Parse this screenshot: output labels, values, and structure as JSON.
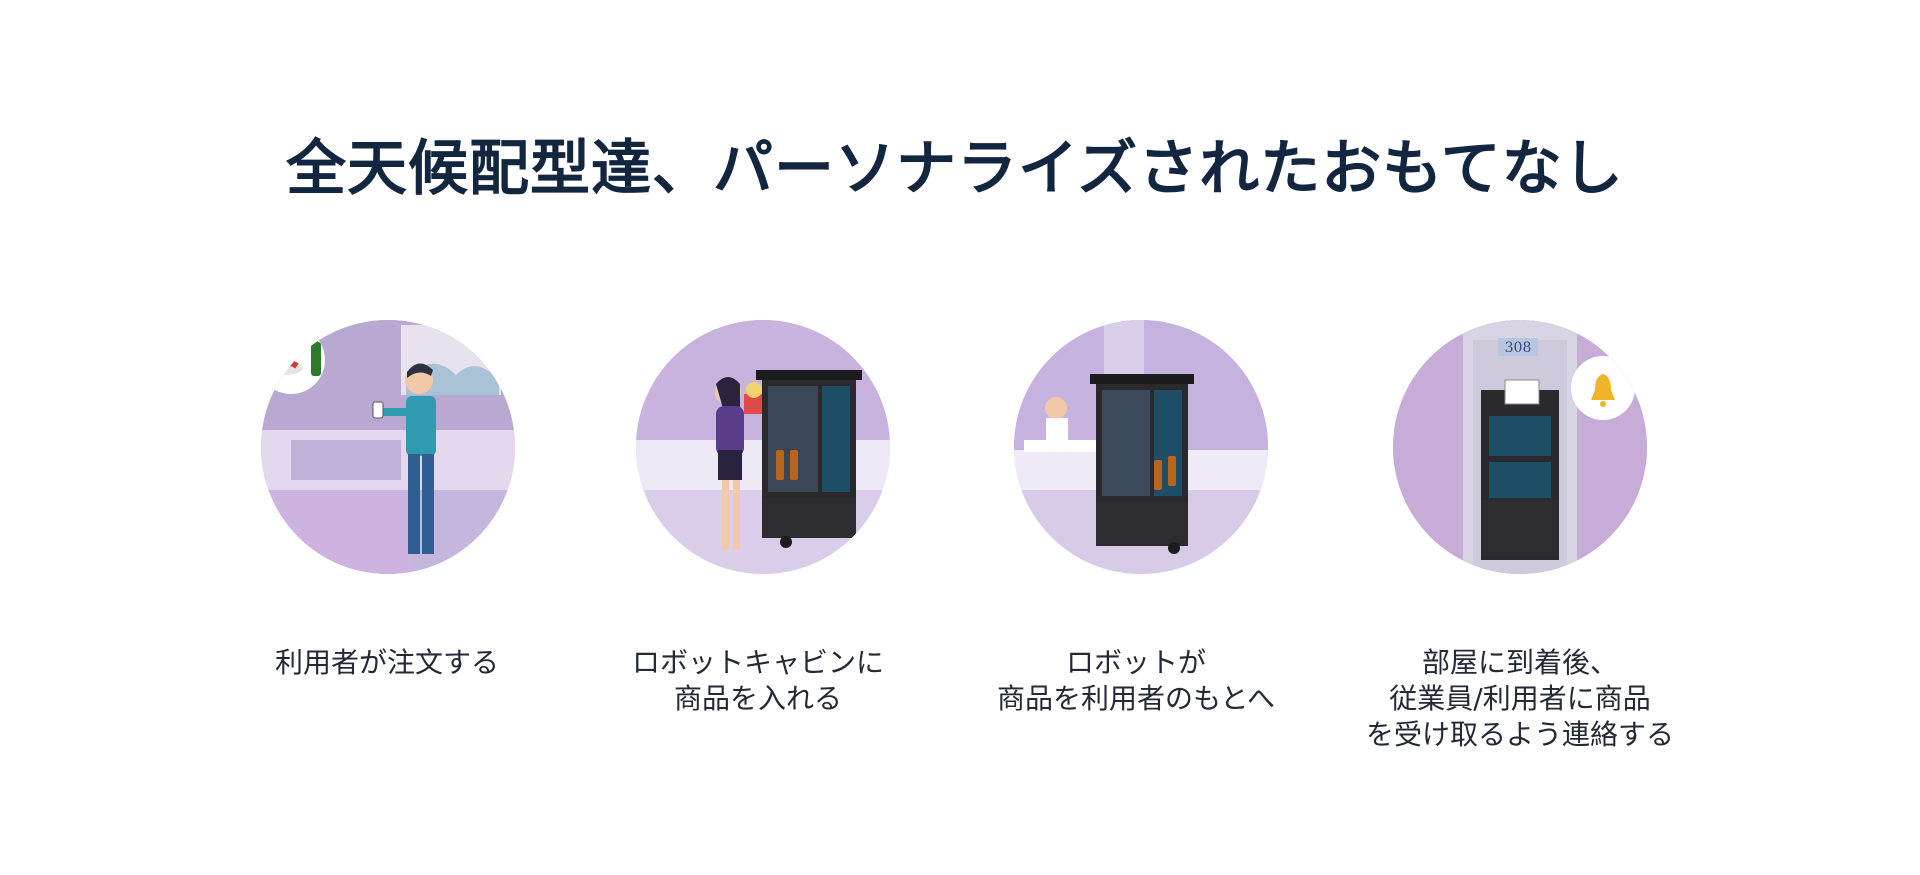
{
  "title": "全天候配型達、パーソナライズされたおもてなし",
  "steps": [
    {
      "caption": "利用者が注文する",
      "icon": "order-illustration"
    },
    {
      "caption": "ロボットキャビンに\n商品を入れる",
      "icon": "load-robot-illustration"
    },
    {
      "caption": "ロボットが\n商品を利用者のもとへ",
      "icon": "deliver-robot-illustration"
    },
    {
      "caption": "部屋に到着後、\n従業員/利用者に商品\nを受け取るよう連絡する",
      "icon": "notify-arrival-illustration",
      "room_number": "308"
    }
  ],
  "colors": {
    "title": "#13263f",
    "caption": "#232a36",
    "circle_bg": "#c9b6dc",
    "robot": "#2a2a2e"
  }
}
